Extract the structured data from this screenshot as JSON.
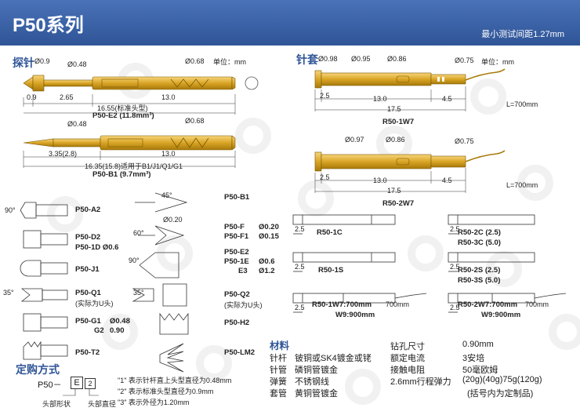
{
  "header": {
    "title": "P50系列",
    "subtitle": "最小测试间距1.27mm"
  },
  "probe": {
    "section_title": "探针",
    "unit": "单位：mm",
    "e2": {
      "tip_diam": "Ø0.9",
      "d1": "Ø0.48",
      "d2": "Ø0.68",
      "dim_a": "0.9",
      "dim_b": "2.65",
      "dim_c": "13.0",
      "total": "16.55(标准头型)",
      "name": "P50-E2 (11.8mm³)"
    },
    "b1": {
      "d1": "Ø0.48",
      "d2": "Ø0.68",
      "dim_a": "3.35(2.8)",
      "dim_c": "13.0",
      "total": "16.35(15.8)适用于B1/J1/Q1/G1",
      "name": "P50-B1 (9.7mm³)"
    }
  },
  "heads_left": [
    {
      "label": "P50-A2",
      "extra": "",
      "angle": "90°"
    },
    {
      "label": "P50-D2",
      "extra": "P50-1D  Ø0.6",
      "angle": ""
    },
    {
      "label": "P50-J1",
      "extra": "",
      "angle": ""
    },
    {
      "label": "P50-Q1",
      "extra": "(实际为U头)",
      "angle": "35°"
    },
    {
      "label": "P50-G1",
      "extra": "G2",
      "v1": "Ø0.48",
      "v2": "0.90",
      "angle": ""
    },
    {
      "label": "P50-T2",
      "extra": "",
      "angle": ""
    }
  ],
  "heads_right": [
    {
      "label": "P50-B1",
      "angle": "45°"
    },
    {
      "label": "P50-F",
      "label2": "P50-F1",
      "v1": "Ø0.20",
      "v2": "Ø0.15",
      "top": "Ø0.20",
      "angle": "60°"
    },
    {
      "label": "P50-E2",
      "label2": "P50-1E",
      "label3": "E3",
      "v1": "Ø0.6",
      "v2": "Ø1.2",
      "angle": "90°"
    },
    {
      "label": "P50-Q2",
      "extra": "(实际为U头)",
      "angle": "35°"
    },
    {
      "label": "P50-H2"
    },
    {
      "label": "P50-LM2"
    }
  ],
  "sleeve": {
    "section_title": "针套",
    "unit": "单位：mm",
    "r1": {
      "d1": "Ø0.98",
      "d2": "Ø0.95",
      "d3": "Ø0.86",
      "d4": "Ø0.75",
      "a": "2.5",
      "b": "13.0",
      "c": "4.5",
      "total": "17.5",
      "wire": "L=700mm",
      "name": "R50-1W7"
    },
    "r2": {
      "d1": "Ø0.97",
      "d2": "Ø0.86",
      "d3": "Ø0.75",
      "a": "2.5",
      "b": "13.0",
      "c": "4.5",
      "total": "17.5",
      "wire": "L=700mm",
      "name": "R50-2W7"
    },
    "small": [
      {
        "dim": "2.5",
        "name": "R50-1C"
      },
      {
        "dim": "2.5",
        "name": "R50-2C (2.5)",
        "name2": "R50-3C (5.0)"
      },
      {
        "dim": "2.5",
        "name": "R50-1S"
      },
      {
        "dim": "2.5",
        "name": "R50-2S (2.5)",
        "name2": "R50-3S (5.0)"
      },
      {
        "dim": "2.5",
        "name": "R50-1W7:700mm",
        "name2": "W9:900mm",
        "wire": "700mm"
      },
      {
        "dim": "2.5",
        "name": "R50-2W7:700mm",
        "name2": "W9:900mm",
        "wire": "700mm"
      }
    ]
  },
  "materials": {
    "title": "材料",
    "rows": [
      {
        "k": "针杆",
        "v": "铍铜或SK4镀金或铑"
      },
      {
        "k": "针管",
        "v": "磷铜管镀金"
      },
      {
        "k": "弹簧",
        "v": "不锈钢线"
      },
      {
        "k": "套管",
        "v": "黄铜管镀金"
      }
    ],
    "specs": [
      {
        "k": "钻孔尺寸",
        "v": "0.90mm"
      },
      {
        "k": "额定电流",
        "v": "3安培"
      },
      {
        "k": "接触电阻",
        "v": "50毫欧姆"
      },
      {
        "k": "2.6mm行程弹力",
        "v": "(20g)(40g)75g(120g)"
      }
    ],
    "note": "(括号内为定制品)"
  },
  "order": {
    "title": "定购方式",
    "code_prefix": "P50－",
    "box1": "E",
    "box2": "2",
    "label_head": "头部形状",
    "label_diam": "头部直径",
    "notes": [
      "\"1\" 表示针杆直上头型直径为0.48mm",
      "\"2\" 表示标准头型直径为0.9mm",
      "\"3\" 表示外径为1.20mm"
    ]
  },
  "colors": {
    "header": "#2f5597",
    "gold": "#d4a017",
    "gold_dark": "#a87a0a"
  }
}
